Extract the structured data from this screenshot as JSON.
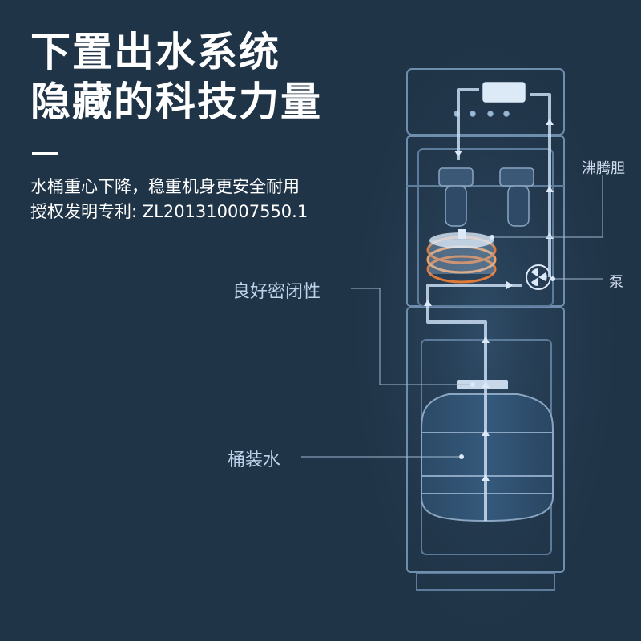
{
  "headline": {
    "line1": "下置出水系统",
    "line2": "隐藏的科技力量"
  },
  "description": {
    "line1": "水桶重心下降，稳重机身更安全耐用",
    "line2": "授权发明专利: ZL201310007550.1"
  },
  "callouts": {
    "boiler": "沸腾胆",
    "pump": "泵",
    "sealing": "良好密闭性",
    "bottled_water": "桶装水"
  },
  "colors": {
    "background": "#203447",
    "outline": "#6f8ead",
    "flow_arrow": "#dbe9f8",
    "heater_orange": "#e07a3a"
  }
}
